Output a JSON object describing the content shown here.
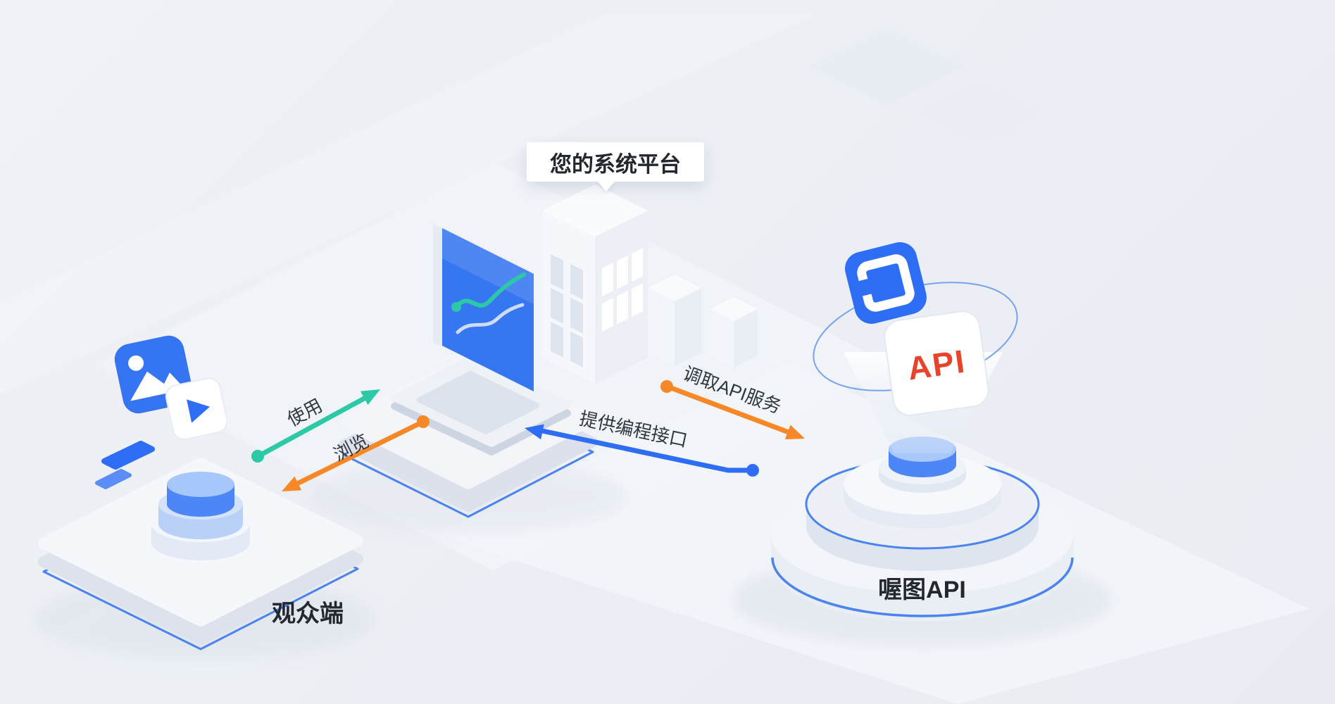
{
  "labels": {
    "platform_callout": "您的系统平台",
    "viewer": "观众端",
    "api_platform": "喔图API",
    "api_card": "API"
  },
  "arrows": {
    "use": {
      "label": "使用",
      "color": "#2cc9a6"
    },
    "browse": {
      "label": "浏览",
      "color": "#f78827"
    },
    "call_api": {
      "label": "调取API服务",
      "color": "#f78827"
    },
    "provide_interface": {
      "label": "提供编程接口",
      "color": "#2e6df5"
    }
  },
  "palette": {
    "background": "#edf0f5",
    "primary_blue": "#2e6df5",
    "teal": "#2cc9a6",
    "orange": "#f78827",
    "api_text_red": "#e8432b"
  }
}
